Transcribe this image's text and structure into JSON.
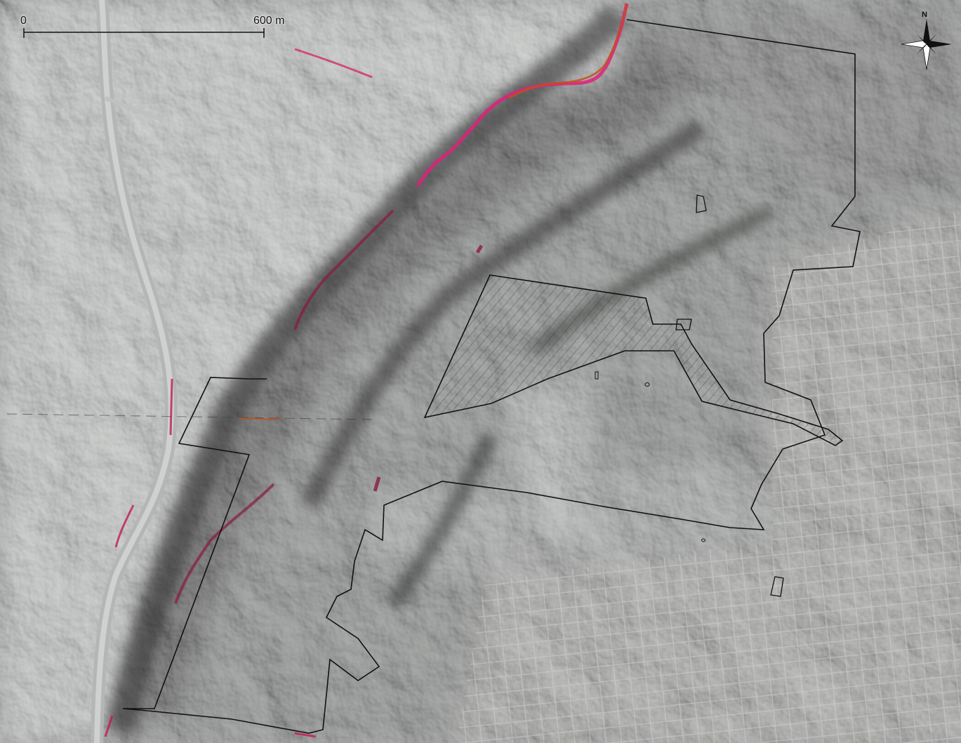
{
  "scale_bar": {
    "start_label": "0",
    "end_label": "600 m"
  },
  "north_arrow": {
    "label": "N",
    "icon": "compass-rose-icon"
  },
  "colors": {
    "boundary": "#111111",
    "steep_slope_highlight": "#e0207a",
    "channel_highlight": "#c0501a",
    "hillshade_light": "#d4d6d4",
    "hillshade_dark": "#3a3c3b"
  }
}
